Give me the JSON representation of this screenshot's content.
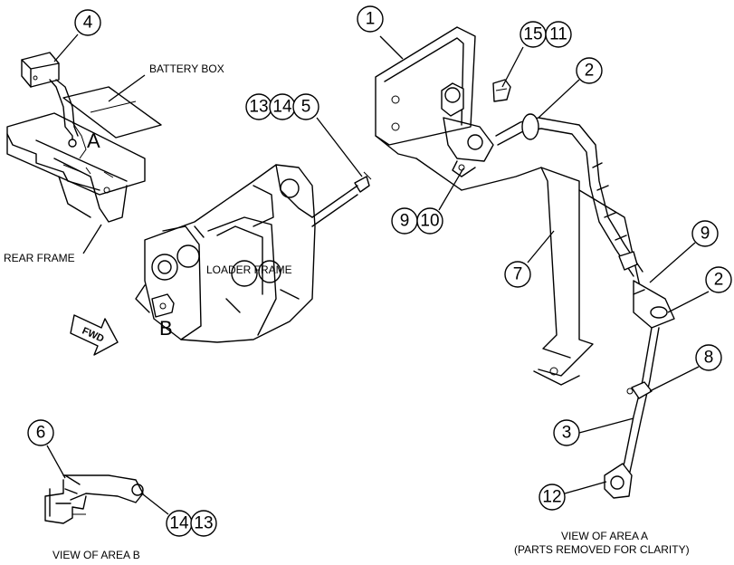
{
  "labels": {
    "battery_box": "BATTERY BOX",
    "rear_frame": "REAR FRAME",
    "loader_frame": "LOADER FRAME",
    "fwd": "FWD",
    "view_a_line1": "VIEW OF AREA A",
    "view_a_line2": "(PARTS REMOVED FOR CLARITY)",
    "view_b": "VIEW OF AREA B",
    "area_a": "A",
    "area_b": "B"
  },
  "callouts": {
    "c4": "4",
    "c13a": "13",
    "c14a": "14",
    "c5": "5",
    "c1": "1",
    "c15": "15",
    "c11": "11",
    "c2a": "2",
    "c9a": "9",
    "c10": "10",
    "c7": "7",
    "c9b": "9",
    "c2b": "2",
    "c8": "8",
    "c3": "3",
    "c12": "12",
    "c6": "6",
    "c14b": "14",
    "c13b": "13"
  }
}
